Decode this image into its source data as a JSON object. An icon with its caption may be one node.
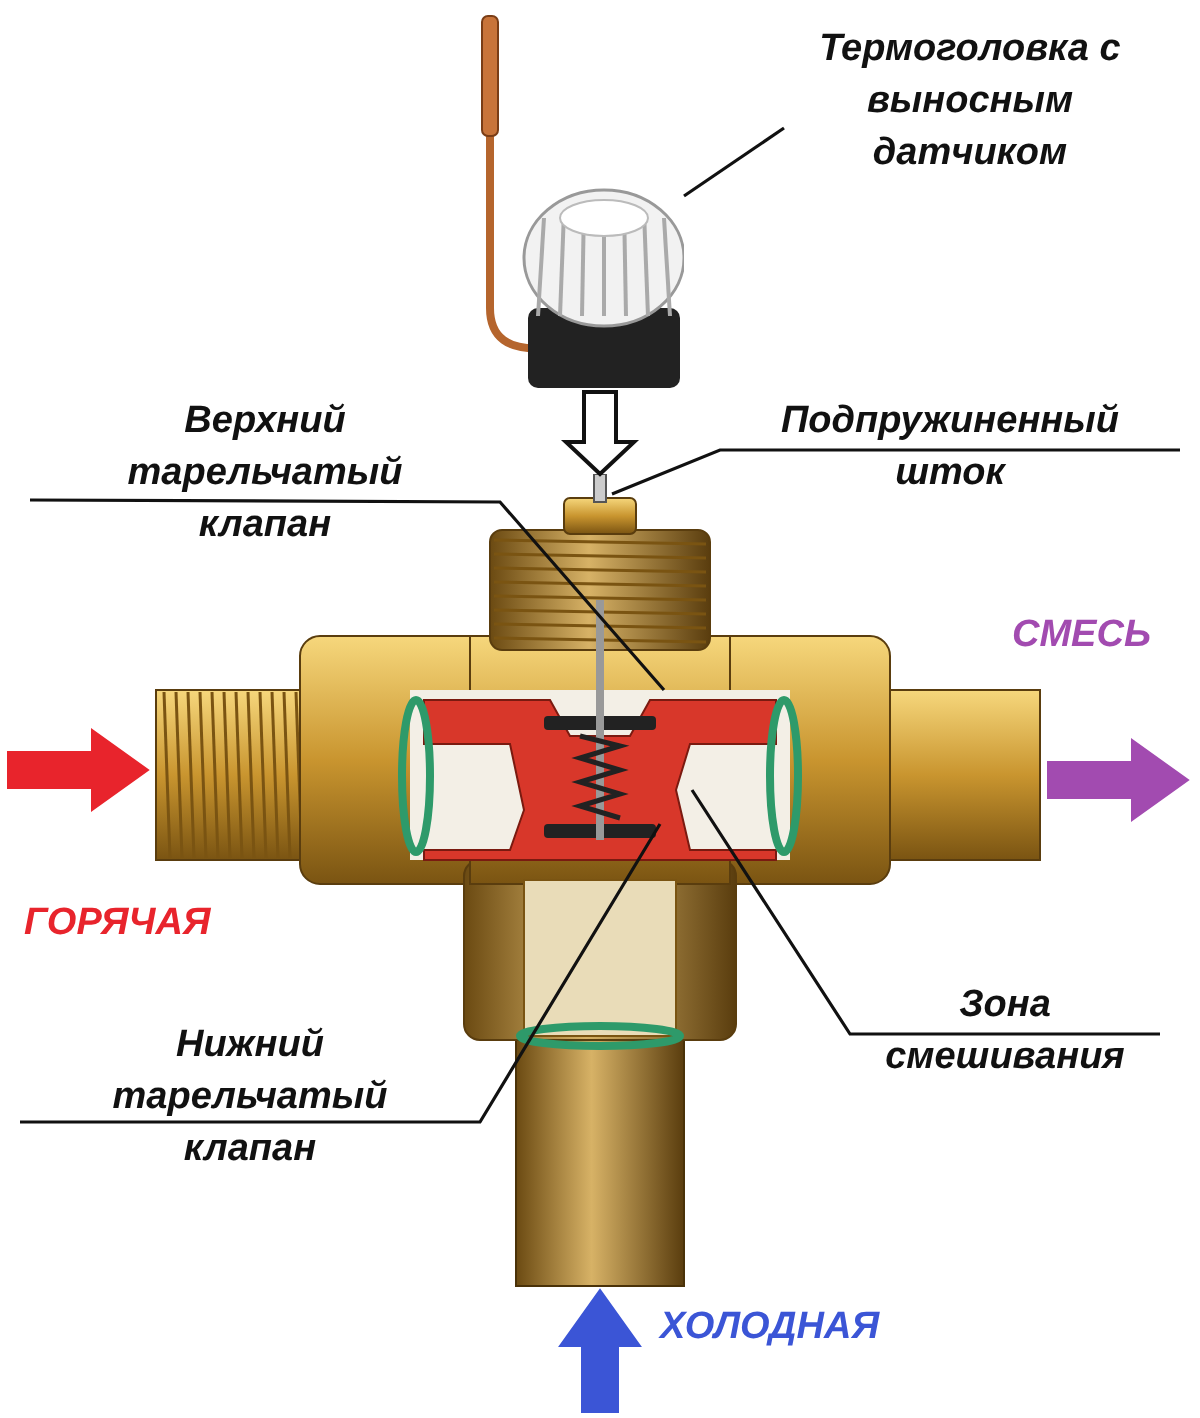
{
  "diagram": {
    "nodes": [
      {
        "text": [
          "Термоголовка с выносным датчиком"
        ]
      },
      {
        "text": [],
        "shape": "picture"
      },
      {
        "text": [],
        "shape": "picture"
      },
      {
        "text": [
          "Верхний тарельчатый клапан"
        ]
      },
      {
        "text": [
          "Подпружиненный шток"
        ]
      },
      {
        "text": [
          "Нижний тарельчатый клапан"
        ]
      },
      {
        "text": [
          "Зона смешивания"
        ]
      }
    ],
    "edges": [
      {
        "from": 0,
        "to": 1,
        "arrow": "none"
      },
      {
        "from": 1,
        "to": 2,
        "arrow": "to",
        "style": "thick"
      },
      {
        "from": 3,
        "to": 2,
        "arrow": "none"
      },
      {
        "from": 4,
        "to": 2,
        "arrow": "none"
      },
      {
        "from": 5,
        "to": 2,
        "arrow": "none"
      },
      {
        "from": 6,
        "to": 2,
        "arrow": "none"
      },
      {
        "from": null,
        "to": 2,
        "arrow": "to",
        "style": "thick",
        "color": "#e8242c",
        "label": "ГОРЯЧАЯ"
      },
      {
        "from": 2,
        "to": null,
        "arrow": "to",
        "style": "thick",
        "color": "#a24bb0",
        "label": "СМЕСЬ"
      },
      {
        "from": null,
        "to": 2,
        "arrow": "to",
        "style": "thick",
        "color": "#3b55d6",
        "label": "ХОЛОДНАЯ"
      }
    ]
  }
}
